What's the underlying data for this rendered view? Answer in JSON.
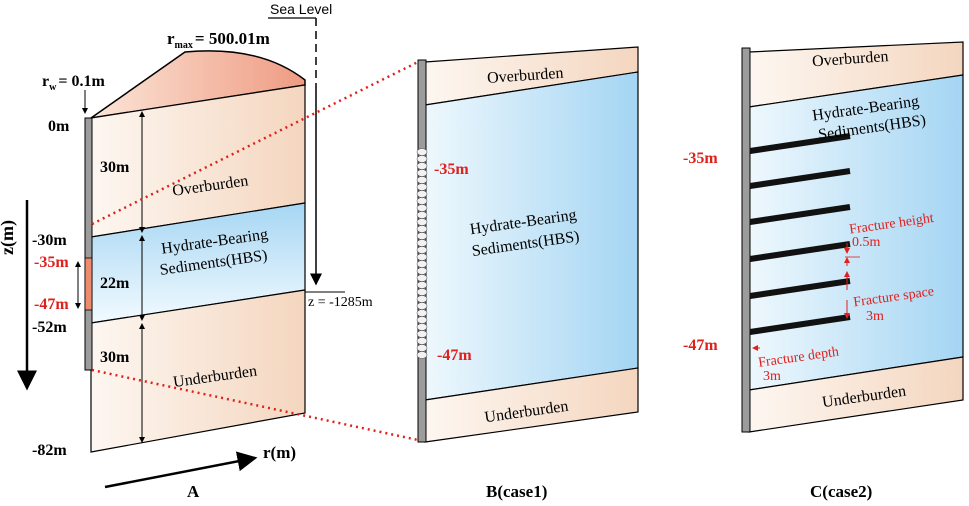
{
  "colors": {
    "overburden": "#f6dcc6",
    "hbs": "#a9d8f4",
    "red": "#e0201b",
    "well": "#9c9c9c",
    "fracture": "#111111",
    "perforation": "#f2f2f2"
  },
  "panel_a": {
    "rmax_label": "r",
    "rmax_sub": "max",
    "rmax_value": "= 500.01m",
    "sea_level": "Sea Level",
    "rw_label": "r",
    "rw_sub": "w",
    "rw_value": "= 0.1m",
    "depth_0": "0m",
    "depth_30": "-30m",
    "depth_35": "-35m",
    "depth_47": "-47m",
    "depth_52": "-52m",
    "depth_82": "-82m",
    "thick_over": "30m",
    "thick_hbs": "22m",
    "thick_under": "30m",
    "overburden": "Overburden",
    "hbs_line1": "Hydrate-Bearing",
    "hbs_line2": "Sediments(HBS)",
    "underburden": "Underburden",
    "z_sea": "z = -1285m",
    "z_axis": "z(m)",
    "r_axis": "r(m)",
    "caption": "A"
  },
  "panel_b": {
    "overburden": "Overburden",
    "hbs_line1": "Hydrate-Bearing",
    "hbs_line2": "Sediments(HBS)",
    "underburden": "Underburden",
    "depth_35": "-35m",
    "depth_47": "-47m",
    "caption": "B(case1)"
  },
  "panel_c": {
    "overburden": "Overburden",
    "hbs_line1": "Hydrate-Bearing",
    "hbs_line2": "Sediments(HBS)",
    "underburden": "Underburden",
    "depth_35": "-35m",
    "depth_47": "-47m",
    "fracture_height": "Fracture height",
    "fracture_height_value": "0.5m",
    "fracture_space": "Fracture space",
    "fracture_space_value": "3m",
    "fracture_depth": "Fracture depth",
    "fracture_depth_value": "3m",
    "caption": "C(case2)"
  }
}
